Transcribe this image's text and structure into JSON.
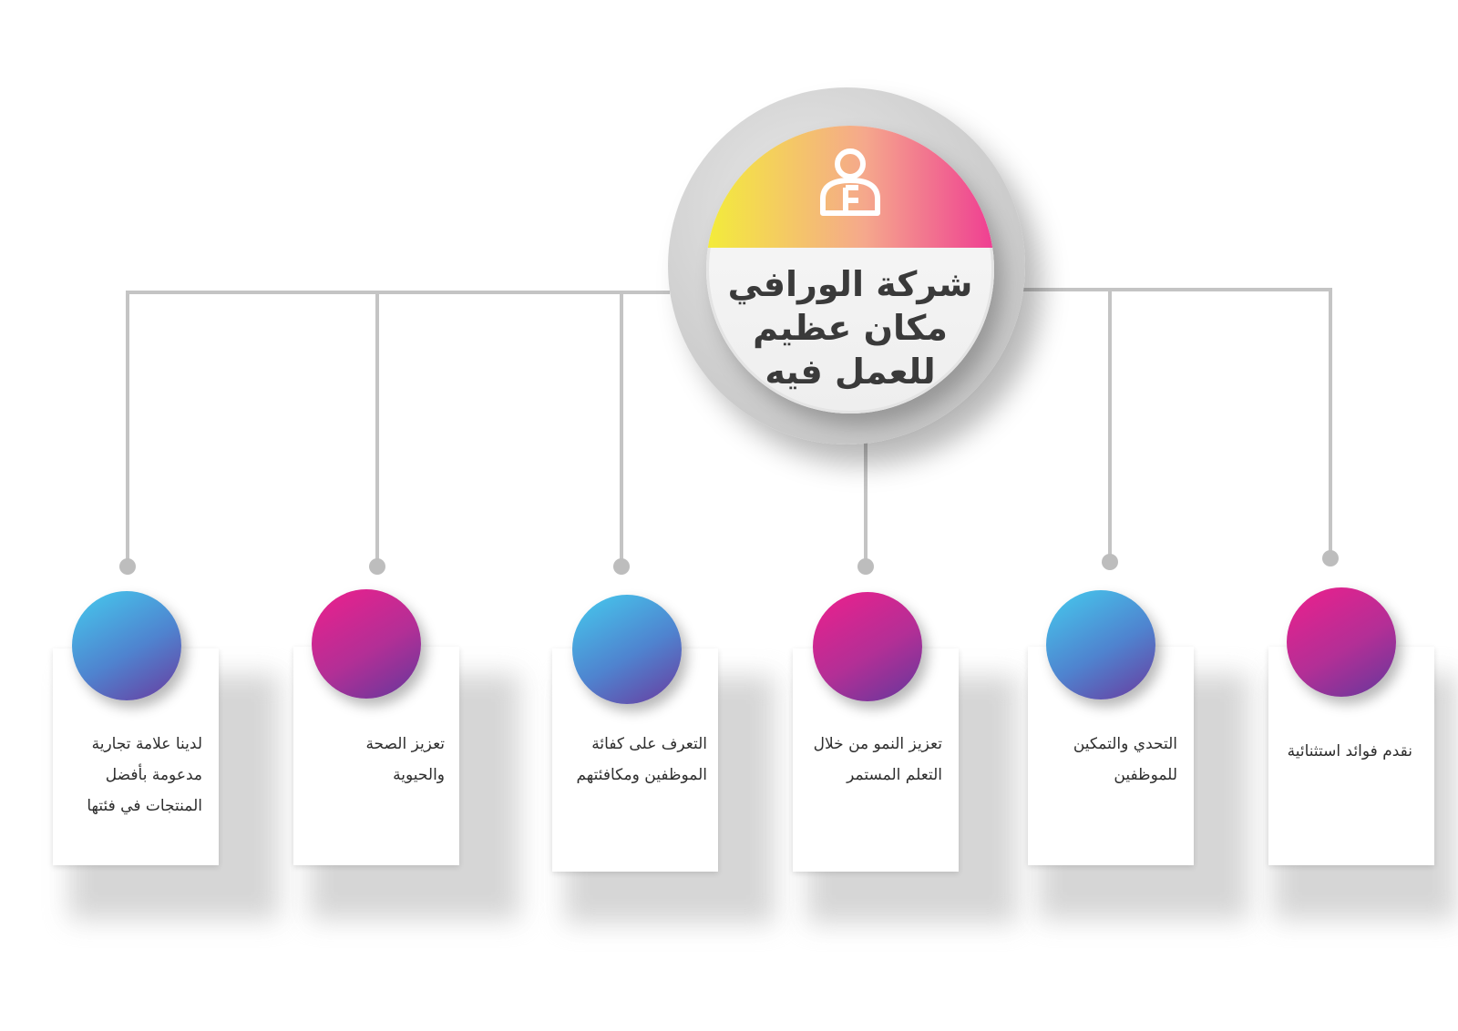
{
  "hub": {
    "title_lines": [
      "شركة الورافي",
      "مكان عظيم",
      "للعمل فيه"
    ],
    "icon": "person-icon",
    "colors": {
      "cap_start": "#f3ec3a",
      "cap_end": "#ef3e92",
      "ring": "#cfcfcf"
    }
  },
  "items": [
    {
      "id": "benefits",
      "lines": [
        "نقدم فوائد استثنائية"
      ],
      "ball_color": "pink"
    },
    {
      "id": "challenge",
      "lines": [
        "التحدي والتمكين",
        "للموظفين"
      ],
      "ball_color": "blue"
    },
    {
      "id": "growth",
      "lines": [
        "تعزيز النمو من خلال",
        "التعلم المستمر"
      ],
      "ball_color": "pink"
    },
    {
      "id": "recognition",
      "lines": [
        "التعرف على  كفائة",
        "الموظفين ومكافئتهم"
      ],
      "ball_color": "blue"
    },
    {
      "id": "health",
      "lines": [
        "تعزيز الصحة",
        "والحيوية"
      ],
      "ball_color": "pink"
    },
    {
      "id": "brand",
      "lines": [
        "لدينا علامة تجارية",
        "مدعومة بأفضل",
        "المنتجات في فئتها"
      ],
      "ball_color": "blue"
    }
  ],
  "colors": {
    "connector": "#c4c4c4",
    "blue_start": "#45cbee",
    "pink_start": "#ee1f8c",
    "ball_end": "#63389c"
  }
}
